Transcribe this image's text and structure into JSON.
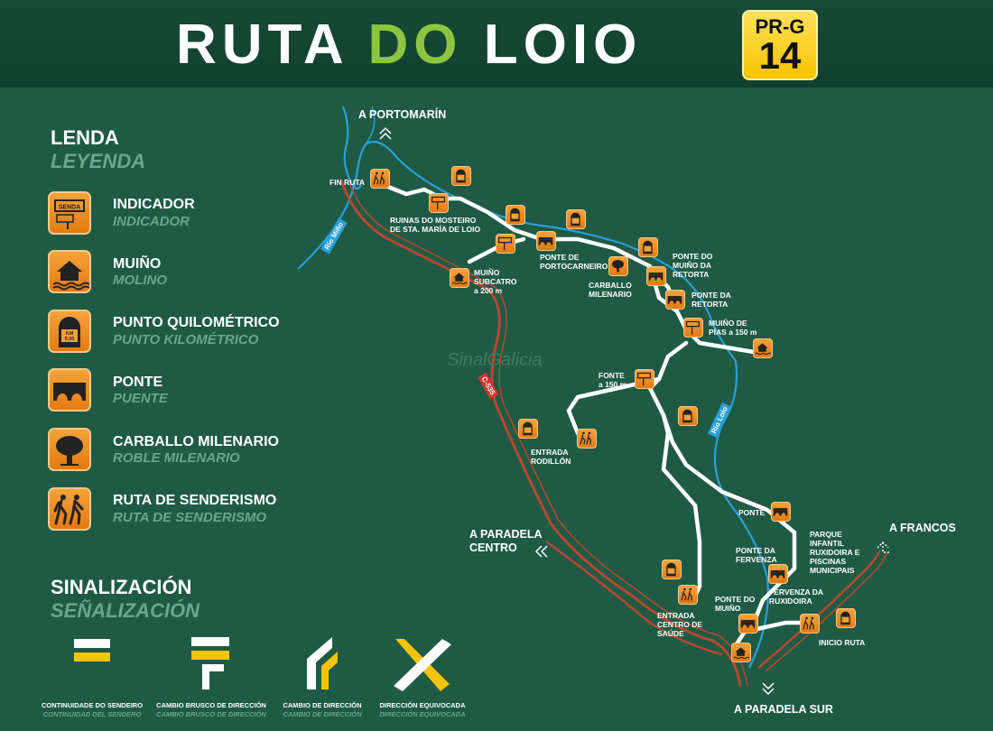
{
  "header": {
    "title_part1": "RUTA",
    "title_part2": "DO",
    "title_part3": "LOIO",
    "badge_top": "PR-G",
    "badge_num": "14"
  },
  "legend": {
    "title": "LENDA",
    "subtitle": "LEYENDA",
    "items": [
      {
        "label": "INDICADOR",
        "sublabel": "INDICADOR",
        "icon": "signpost-icon"
      },
      {
        "label": "MUIÑO",
        "sublabel": "MOLINO",
        "icon": "mill-icon"
      },
      {
        "label": "PUNTO QUILOMÉTRICO",
        "sublabel": "PUNTO KILOMÉTRICO",
        "icon": "km-marker-icon"
      },
      {
        "label": "PONTE",
        "sublabel": "PUENTE",
        "icon": "bridge-icon"
      },
      {
        "label": "CARBALLO MILENARIO",
        "sublabel": "ROBLE MILENARIO",
        "icon": "oak-tree-icon"
      },
      {
        "label": "RUTA DE SENDERISMO",
        "sublabel": "RUTA DE SENDERISMO",
        "icon": "hikers-icon"
      }
    ],
    "indicator_sign_text": "SENDA",
    "km_sign_text": "KM",
    "km_sign_value": "0.00"
  },
  "signage": {
    "title": "SINALIZACIÓN",
    "subtitle": "SEÑALIZACIÓN",
    "items": [
      {
        "label": "CONTINUIDADE DO SENDEIRO",
        "sublabel": "CONTINUIDAD DEL SENDERO"
      },
      {
        "label": "CAMBIO BRUSCO DE DIRECCIÓN",
        "sublabel": "CAMBIO BRUSCO DE DIRECCIÓN"
      },
      {
        "label": "CAMBIO DE DIRECCIÓN",
        "sublabel": "CAMBIO DE DIRECCIÓN"
      },
      {
        "label": "DIRECCIÓN EQUIVOCADA",
        "sublabel": "DIRECCIÓN EQUIVOCADA"
      }
    ],
    "colors": {
      "white": "#ffffff",
      "yellow": "#f5c400"
    }
  },
  "map": {
    "destinations": {
      "portomarin": "A PORTOMARÍN",
      "paradela_centro_1": "A PARADELA",
      "paradela_centro_2": "CENTRO",
      "francos": "A FRANCOS",
      "paradela_sur": "A PARADELA SUR"
    },
    "labels": {
      "fin_ruta": "FIN RUTA",
      "ruinas_1": "RUINAS DO MOSTEIRO",
      "ruinas_2": "DE STA. MARÍA DE LOIO",
      "muino_sub_1": "MUIÑO",
      "muino_sub_2": "SUBCATRO",
      "muino_sub_3": "a 200 m",
      "ponte_porto_1": "PONTE DE",
      "ponte_porto_2": "PORTOCARNEIRO",
      "carballo_1": "CARBALLO",
      "carballo_2": "MILENARIO",
      "ponte_muino_ret_1": "PONTE DO",
      "ponte_muino_ret_2": "MUIÑO DA",
      "ponte_muino_ret_3": "RETORTA",
      "ponte_ret_1": "PONTE DA",
      "ponte_ret_2": "RETORTA",
      "muino_pias_1": "MUIÑO DE",
      "muino_pias_2": "PÍAS a 150 m",
      "fonte_1": "FONTE",
      "fonte_2": "a 150 m",
      "entrada_rod_1": "ENTRADA",
      "entrada_rod_2": "RODILLÓN",
      "ponte": "PONTE",
      "parque_1": "PARQUE",
      "parque_2": "INFANTIL",
      "parque_3": "RUXIDOIRA E",
      "parque_4": "PISCINAS",
      "parque_5": "MUNICIPAIS",
      "ponte_ferv_1": "PONTE DA",
      "ponte_ferv_2": "FERVENZA",
      "fervenza_1": "FERVENZA DA",
      "fervenza_2": "RUXIDOIRA",
      "ponte_muino_1": "PONTE DO",
      "ponte_muino_2": "MUIÑO",
      "entrada_centro_1": "ENTRADA",
      "entrada_centro_2": "CENTRO DE",
      "entrada_centro_3": "SAÚDE",
      "inicio_ruta": "INICIO RUTA"
    },
    "rivers": {
      "mino": "Río Miño",
      "loio": "Río Loio"
    },
    "road": "C-535",
    "watermark": "SinalGalicia",
    "colors": {
      "background": "#1f5a45",
      "trail": "#ffffff",
      "river": "#2aa0d8",
      "road": "#b8472e",
      "icon": "#ee8a1f"
    }
  }
}
